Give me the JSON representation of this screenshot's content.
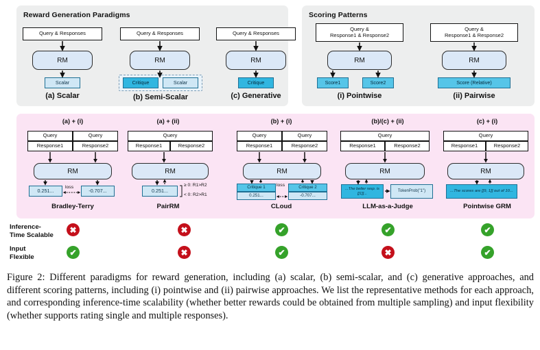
{
  "figure": {
    "caption": "Figure 2: Different paradigms for reward generation, including (a) scalar, (b) semi-scalar, and (c) generative approaches, and different scoring patterns, including (i) pointwise and (ii) pairwise approaches. We list the representative methods for each approach, and corresponding inference-time scalability (whether better rewards could be obtained from multiple sampling) and input flexibility (whether supports rating single and multiple responses)."
  },
  "reward_panel": {
    "title": "Reward Generation Paradigms",
    "columns": [
      {
        "id": "scalar",
        "input": "Query & Responses",
        "model": "RM",
        "outputs": [
          {
            "label": "Scalar",
            "style": "light"
          }
        ],
        "caption": "(a) Scalar"
      },
      {
        "id": "semi-scalar",
        "input": "Query & Responses",
        "model": "RM",
        "outputs": [
          {
            "label": "Critique",
            "style": "dark"
          },
          {
            "label": "Scalar",
            "style": "light"
          }
        ],
        "caption": "(b) Semi-Scalar"
      },
      {
        "id": "generative",
        "input": "Query & Responses",
        "model": "RM",
        "outputs": [
          {
            "label": "Critique",
            "style": "dark"
          }
        ],
        "caption": "(c) Generative"
      }
    ]
  },
  "scoring_panel": {
    "title": "Scoring Patterns",
    "columns": [
      {
        "id": "pointwise",
        "input_line1": "Query &",
        "input_line2": "Response1 & Response2",
        "model": "RM",
        "outputs": [
          {
            "label": "Score1",
            "style": "mid"
          },
          {
            "label": "Score2",
            "style": "mid"
          }
        ],
        "caption": "(i) Pointwise"
      },
      {
        "id": "pairwise",
        "input_line1": "Query &",
        "input_line2": "Response1 & Response2",
        "model": "RM",
        "outputs": [
          {
            "label": "Score (Relative)",
            "style": "mid"
          }
        ],
        "caption": "(ii) Pairwise"
      }
    ]
  },
  "methods_panel": {
    "columns": [
      {
        "id": "bradley-terry",
        "combo": "(a) + (i)",
        "name": "Bradley-Terry",
        "inputs": [
          {
            "query": "Query",
            "response": "Response1"
          },
          {
            "query": "Query",
            "response": "Response2"
          }
        ],
        "model": "RM",
        "outputs": [
          {
            "label": "0.251...",
            "style": "light"
          },
          {
            "label": "-0.707...",
            "style": "light"
          }
        ],
        "link_label": "loss"
      },
      {
        "id": "pairrm",
        "combo": "(a) + (ii)",
        "name": "PairRM",
        "inputs": [
          {
            "query": "Query",
            "response": "Response1"
          },
          {
            "query": "",
            "response": "Response2"
          }
        ],
        "model": "RM",
        "outputs": [
          {
            "label": "0.251...",
            "style": "light"
          }
        ],
        "rules": [
          "≥ 0: R1>R2",
          "< 0: R2>R1"
        ]
      },
      {
        "id": "cloud",
        "combo": "(b) + (i)",
        "name": "CLoud",
        "inputs": [
          {
            "query": "Query",
            "response": "Response1"
          },
          {
            "query": "Query",
            "response": "Response2"
          }
        ],
        "model": "RM",
        "outputs": [
          {
            "critique": "Critique 1",
            "scalar": "0.251..."
          },
          {
            "critique": "Critique 2",
            "scalar": "-0.707..."
          }
        ],
        "link_label": "loss"
      },
      {
        "id": "llm-as-a-judge",
        "combo": "(b)/(c) + (ii)",
        "name": "LLM-as-a-Judge",
        "inputs": [
          {
            "query": "Query",
            "response": "Response1"
          },
          {
            "query": "",
            "response": "Response2"
          }
        ],
        "model": "RM",
        "outputs": [
          {
            "label": "...The better resp. is [[1]]...",
            "style": "dark"
          },
          {
            "label": "TokenProb(\"1\")",
            "style": "light"
          }
        ]
      },
      {
        "id": "pointwise-grm",
        "combo": "(c) + (i)",
        "name": "Pointwise GRM",
        "inputs": [
          {
            "query": "Query",
            "response": "Response1"
          },
          {
            "query": "",
            "response": "Response2"
          }
        ],
        "model": "RM",
        "outputs": [
          {
            "label": "...The scores are [[9, 1]] out of 10...",
            "style": "dark"
          }
        ]
      }
    ]
  },
  "comparison": {
    "rows": [
      {
        "label_line1": "Inference-",
        "label_line2": "Time Scalable",
        "values": [
          "no",
          "no",
          "yes",
          "yes",
          "yes"
        ]
      },
      {
        "label_line1": "Input",
        "label_line2": "Flexible",
        "values": [
          "yes",
          "no",
          "yes",
          "no",
          "yes"
        ]
      }
    ],
    "yes_glyph": "✔",
    "no_glyph": "✖",
    "yes_color": "#35a22a",
    "no_color": "#c4101b"
  }
}
